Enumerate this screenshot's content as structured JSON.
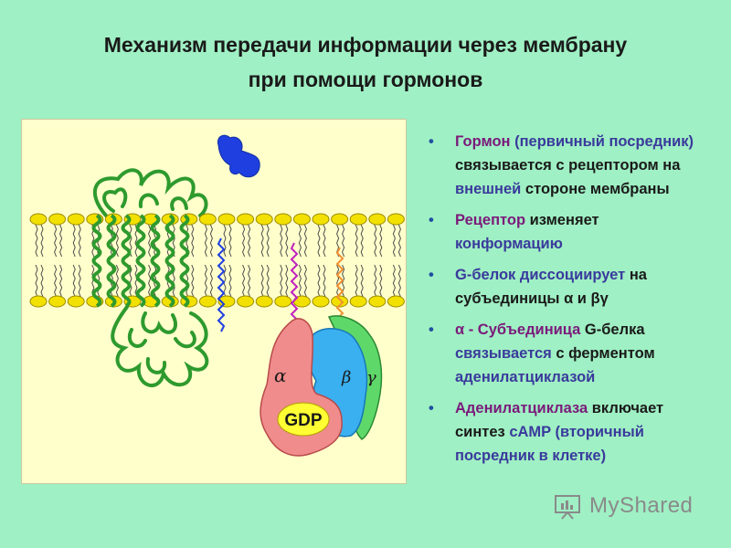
{
  "title": {
    "line1": "Механизм передачи информации через мембрану",
    "line2": "при помощи гормонов"
  },
  "figure": {
    "alpha": "α",
    "beta": "β",
    "gamma": "γ",
    "gdp": "GDP"
  },
  "bullets": [
    {
      "segments": [
        {
          "text": "Гормон ",
          "style": "purple"
        },
        {
          "text": "(первичный посредник)",
          "style": "blue"
        },
        {
          "text": " связывается  с рецептором на ",
          "style": "normal"
        },
        {
          "text": "внешней",
          "style": "blue"
        },
        {
          "text": " стороне мембраны",
          "style": "normal"
        }
      ]
    },
    {
      "segments": [
        {
          "text": "Рецептор",
          "style": "purple"
        },
        {
          "text": " изменяет ",
          "style": "normal"
        },
        {
          "text": "конформацию",
          "style": "blue"
        }
      ]
    },
    {
      "segments": [
        {
          "text": "G-белок диссоциирует",
          "style": "blue"
        },
        {
          "text": " на субъединицы α и βγ",
          "style": "normal"
        }
      ]
    },
    {
      "segments": [
        {
          "text": "α - Субъединица",
          "style": "purple"
        },
        {
          "text": " G-белка ",
          "style": "normal"
        },
        {
          "text": "связывается",
          "style": "blue"
        },
        {
          "text": " с ферментом ",
          "style": "normal"
        },
        {
          "text": "аденилатциклазой",
          "style": "blue"
        }
      ]
    },
    {
      "segments": [
        {
          "text": "Аденилатциклаза",
          "style": "purple"
        },
        {
          "text": " включает синтез ",
          "style": "normal"
        },
        {
          "text": "cAMP (вторичный посредник в клетке)",
          "style": "blue"
        }
      ]
    }
  ],
  "watermark": {
    "text": "MyShared"
  },
  "colors": {
    "background": "#9ff0c4",
    "panel": "#ffffcc",
    "lipid_head": "#f2e000",
    "receptor": "#2e9a2e",
    "hormone": "#1f3fe0",
    "alpha_subunit": "#f08c8c",
    "beta_subunit": "#3ab0f0",
    "gamma_subunit": "#5fd86a",
    "gdp": "#ffff33"
  }
}
